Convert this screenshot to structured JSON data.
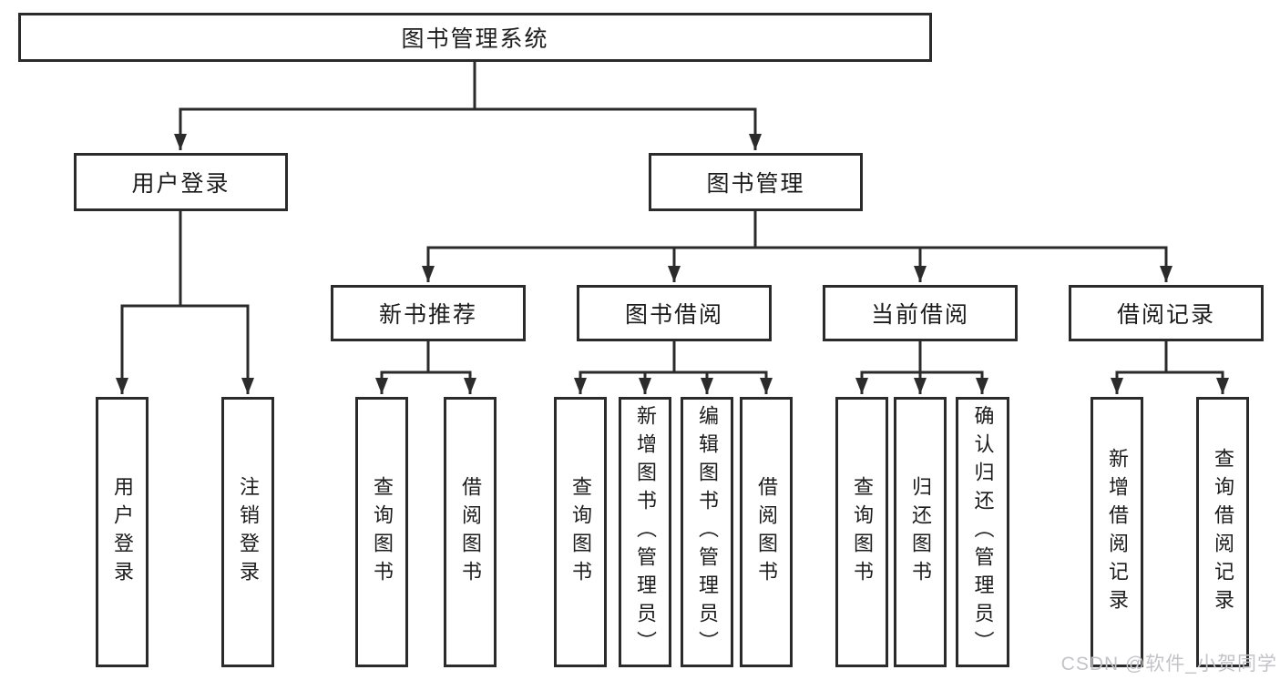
{
  "tree": {
    "root": "图书管理系统",
    "level2": [
      "用户登录",
      "图书管理"
    ],
    "level3": [
      "新书推荐",
      "图书借阅",
      "当前借阅",
      "借阅记录"
    ],
    "leaves_user_login": [
      "用户登录",
      "注销登录"
    ],
    "leaves_new_book": [
      "查询图书",
      "借阅图书"
    ],
    "leaves_book_borrow": [
      "查询图书",
      "新增图书（管理员）",
      "编辑图书（管理员）",
      "借阅图书"
    ],
    "leaves_current_borrow": [
      "查询图书",
      "归还图书",
      "确认归还（管理员）"
    ],
    "leaves_records": [
      "新增借阅记录",
      "查询借阅记录"
    ]
  },
  "watermark": {
    "text": "CSDN @软件_小贺同学"
  },
  "colors": {
    "line": "#2b2b2b",
    "text": "#1c1c1c",
    "watermark_gray": "#c3c3c9",
    "background": "#ffffff"
  }
}
